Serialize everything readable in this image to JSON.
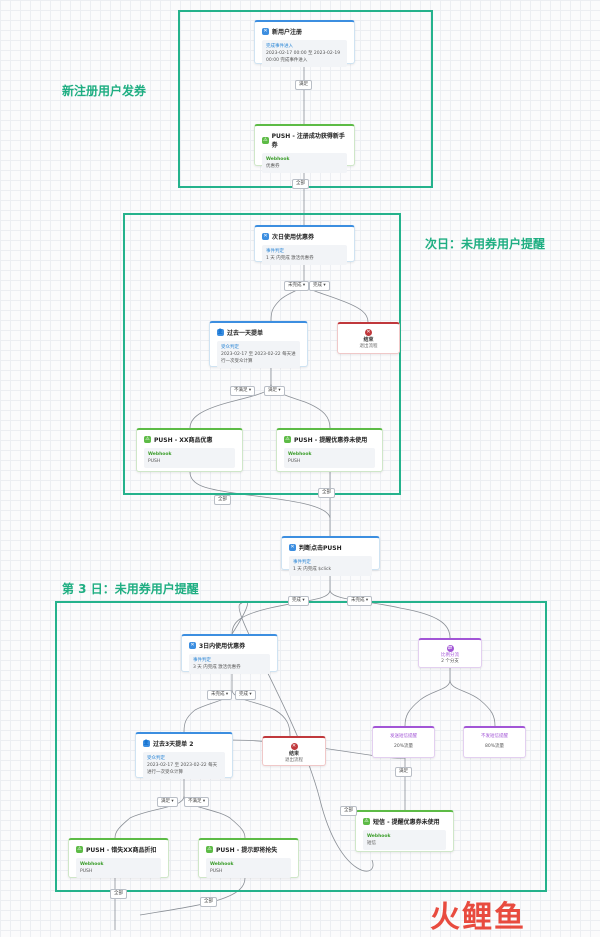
{
  "sections": {
    "s1": "新注册用户发券",
    "s2": "次日：未用券用户提醒",
    "s3": "第 3 日：未用券用户提醒"
  },
  "nodes": {
    "new_user": {
      "title": "新用户注册",
      "sub": "完成事件进入",
      "text": "2023-02-17 00:00 至 2023-02-19 00:00 完成事件进入"
    },
    "push_register": {
      "title": "PUSH - 注册成功获得新手券",
      "sub": "Webhook",
      "text": "优惠券"
    },
    "next_day": {
      "title": "次日使用优惠券",
      "sub": "事件判定",
      "text": "1 天 内完成 激活优惠券"
    },
    "end1": {
      "title": "结束",
      "text": "退出流程"
    },
    "past_day": {
      "title": "过去一天提单",
      "sub": "受众判定",
      "text": "2023-02-17 至 2023-02-22 每天进行一次受众计算"
    },
    "push_xx": {
      "title": "PUSH - XX商品优惠",
      "sub": "Webhook",
      "text": "PUSH"
    },
    "push_remind": {
      "title": "PUSH - 提醒优惠券未使用",
      "sub": "Webhook",
      "text": "PUSH"
    },
    "judge_push": {
      "title": "判断点击PUSH",
      "sub": "事件判定",
      "text": "1 天 内完成 $click"
    },
    "three_day": {
      "title": "3日内使用优惠券",
      "sub": "事件判定",
      "text": "3 天 内完成 激活优惠券"
    },
    "ratio": {
      "title": "比例分流",
      "text": "2 个分支"
    },
    "end2": {
      "title": "结束",
      "text": "退出流程"
    },
    "sms_send": {
      "title": "发送短信提醒",
      "text": "20%流量"
    },
    "sms_nosend": {
      "title": "不发短信提醒",
      "text": "80%流量"
    },
    "past3": {
      "title": "过去3天提单 2",
      "sub": "受众判定",
      "text": "2023-02-17 至 2023-02-22 每天进行一次受众计算"
    },
    "sms_unused": {
      "title": "短信 - 提醒优惠券未使用",
      "sub": "Webhook",
      "text": "短信"
    },
    "push_lost": {
      "title": "PUSH - 错失XX商品折扣",
      "sub": "Webhook",
      "text": "PUSH"
    },
    "push_soon": {
      "title": "PUSH - 提示即将抢失",
      "sub": "Webhook",
      "text": "PUSH"
    }
  },
  "pills": {
    "p1": "满足",
    "p2": "全部",
    "p3": "未完成 ▾",
    "p4": "完成 ▾",
    "p5": "不满足 ▾",
    "p6": "满足 ▾",
    "p7": "全部",
    "p8": "全部",
    "p9": "完成 ▾",
    "p10": "未完成 ▾",
    "p11": "未完成 ▾",
    "p12": "完成 ▾",
    "p13": "满足 ▾",
    "p14": "不满足 ▾",
    "p15": "满足",
    "p16": "全部",
    "p17": "全部",
    "p18": "全部"
  },
  "logo": {
    "text": "火鲤鱼"
  },
  "colors": {
    "frame": "#25b28c",
    "event": "#3c8ee0",
    "action": "#5dbb46",
    "split": "#a255d6",
    "end": "#c0383c"
  }
}
